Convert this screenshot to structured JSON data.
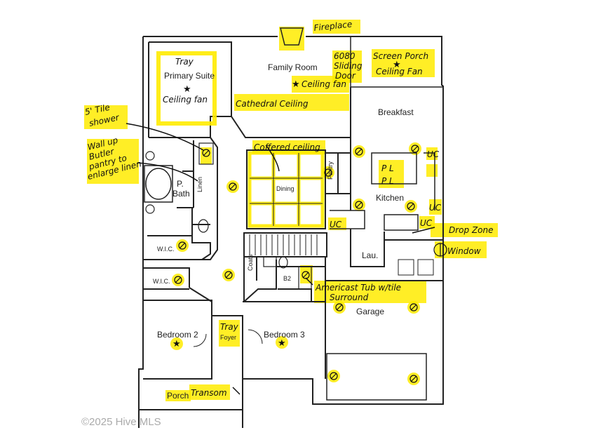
{
  "colors": {
    "highlight": "#ffeb00",
    "wall": "#222222",
    "ink": "#111111",
    "watermark": "#aaaaaa"
  },
  "rooms": {
    "primary_suite": "Primary Suite",
    "family_room": "Family Room",
    "breakfast": "Breakfast",
    "kitchen": "Kitchen",
    "dining": "Dining",
    "pantry": "Pantry",
    "p_bath_1": "P.",
    "p_bath_2": "Bath",
    "linen": "Linen",
    "wic_1": "W.I.C.",
    "wic_2": "W.I.C.",
    "coats": "Coats",
    "b2": "B2",
    "lau": "Lau.",
    "garage": "Garage",
    "bedroom2": "Bedroom 2",
    "bedroom3": "Bedroom 3",
    "foyer": "Foyer",
    "porch": "Porch"
  },
  "notes": {
    "fireplace": "Fireplace",
    "tray_primary": "Tray",
    "ceiling_fan_primary": "Ceiling fan",
    "ceiling_fan_family": "Ceiling fan",
    "sliding_1": "6080",
    "sliding_2": "Sliding",
    "sliding_3": "Door",
    "screen_porch_1": "Screen Porch",
    "screen_porch_2": "Ceiling Fan",
    "cathedral": "Cathedral Ceiling",
    "tile_1": "5' Tile",
    "tile_2": "shower",
    "butler_1": "Wall up",
    "butler_2": "Butler",
    "butler_3": "pantry to",
    "butler_4": "enlarge linen",
    "coffered": "Coffered ceiling",
    "pl_1": "P L",
    "pl_2": "P L",
    "uc_1": "UC",
    "uc_2": "UC",
    "uc_3": "UC",
    "uc_4": "UC",
    "drop_zone": "Drop Zone",
    "window": "Window",
    "americast_1": "Americast Tub w/tile",
    "americast_2": "Surround",
    "tray_foyer": "Tray",
    "transom": "Transom"
  },
  "watermark": "©2025 Hive MLS"
}
